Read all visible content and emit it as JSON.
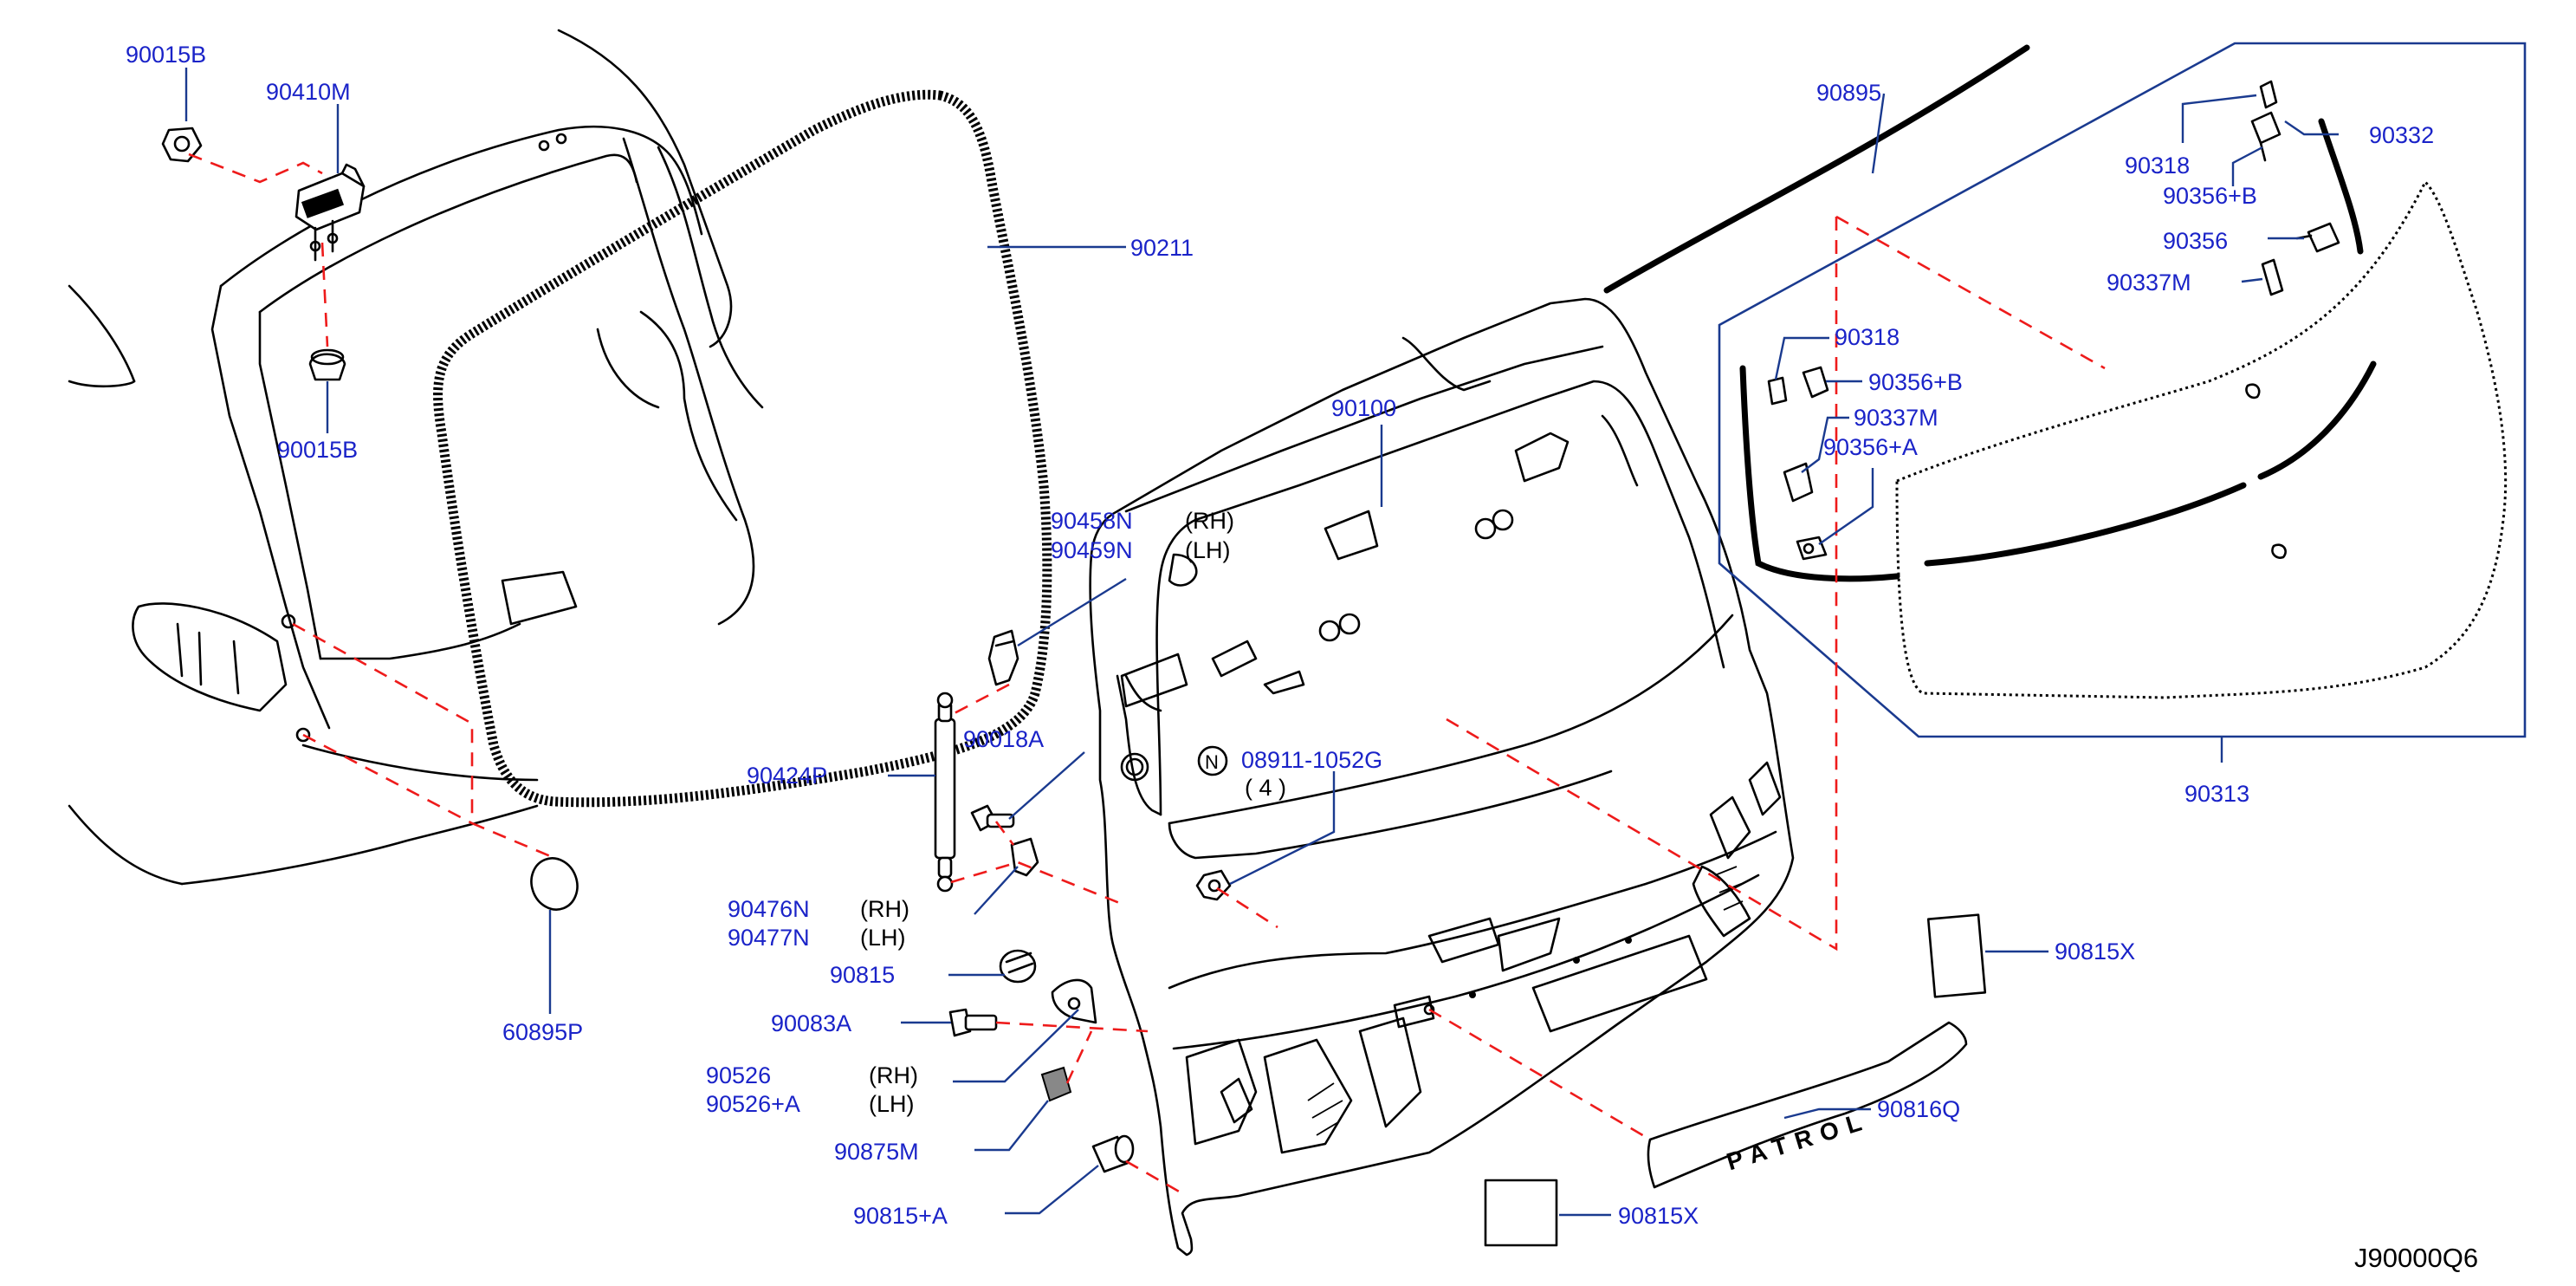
{
  "diagram": {
    "code": "J90000Q6",
    "note_symbol": "N",
    "labels": {
      "p90015B_top": "90015B",
      "p90410M": "90410M",
      "p90015B_bot": "90015B",
      "p90211": "90211",
      "p90100": "90100",
      "p90458N": "90458N",
      "p90458N_side": "(RH)",
      "p90459N": "90459N",
      "p90459N_side": "(LH)",
      "p90018A": "90018A",
      "p90424P": "90424P",
      "p08911": "08911-1052G",
      "p08911_qty": "( 4 )",
      "p90476N": "90476N",
      "p90476N_side": "(RH)",
      "p90477N": "90477N",
      "p90477N_side": "(LH)",
      "p90815": "90815",
      "p90083A": "90083A",
      "p90526": "90526",
      "p90526_side": "(RH)",
      "p90526A": "90526+A",
      "p90526A_side": "(LH)",
      "p90875M": "90875M",
      "p90815A": "90815+A",
      "p60895P": "60895P",
      "p90895": "90895",
      "p90318_top": "90318",
      "p90332": "90332",
      "p90356B_top": "90356+B",
      "p90356": "90356",
      "p90337M_top": "90337M",
      "p90318_mid": "90318",
      "p90356B_mid": "90356+B",
      "p90337M_mid": "90337M",
      "p90356A": "90356+A",
      "p90313": "90313",
      "p90815X_right": "90815X",
      "p90816Q": "90816Q",
      "p90815X_bot": "90815X",
      "emblem": "PATROL"
    }
  }
}
